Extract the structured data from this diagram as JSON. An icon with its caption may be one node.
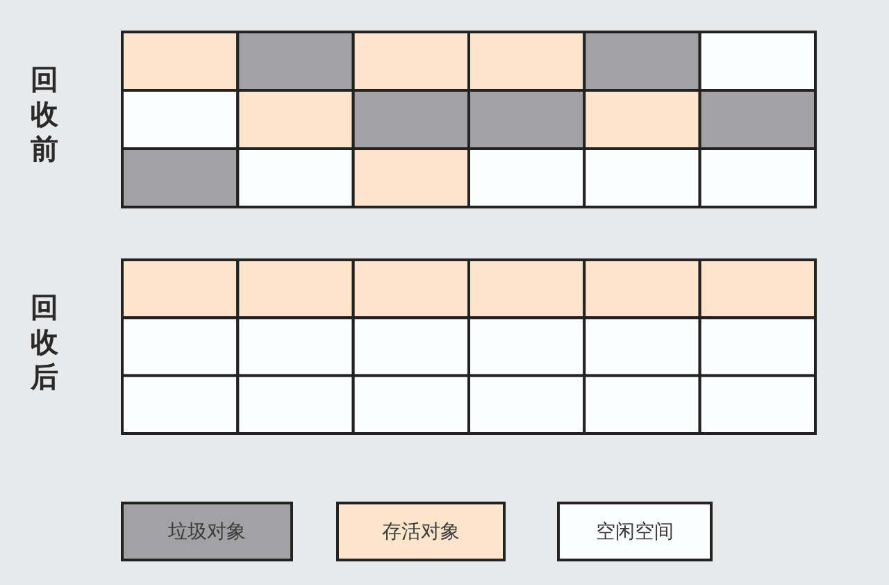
{
  "diagram": {
    "labels": [
      "回收前",
      "回收后"
    ],
    "legend": [
      {
        "text": "垃圾对象",
        "color": "#a2a2a4"
      },
      {
        "text": "存活对象",
        "color": "#fde5cc"
      },
      {
        "text": "空闲空间",
        "color": "#fcfdff"
      }
    ]
  }
}
